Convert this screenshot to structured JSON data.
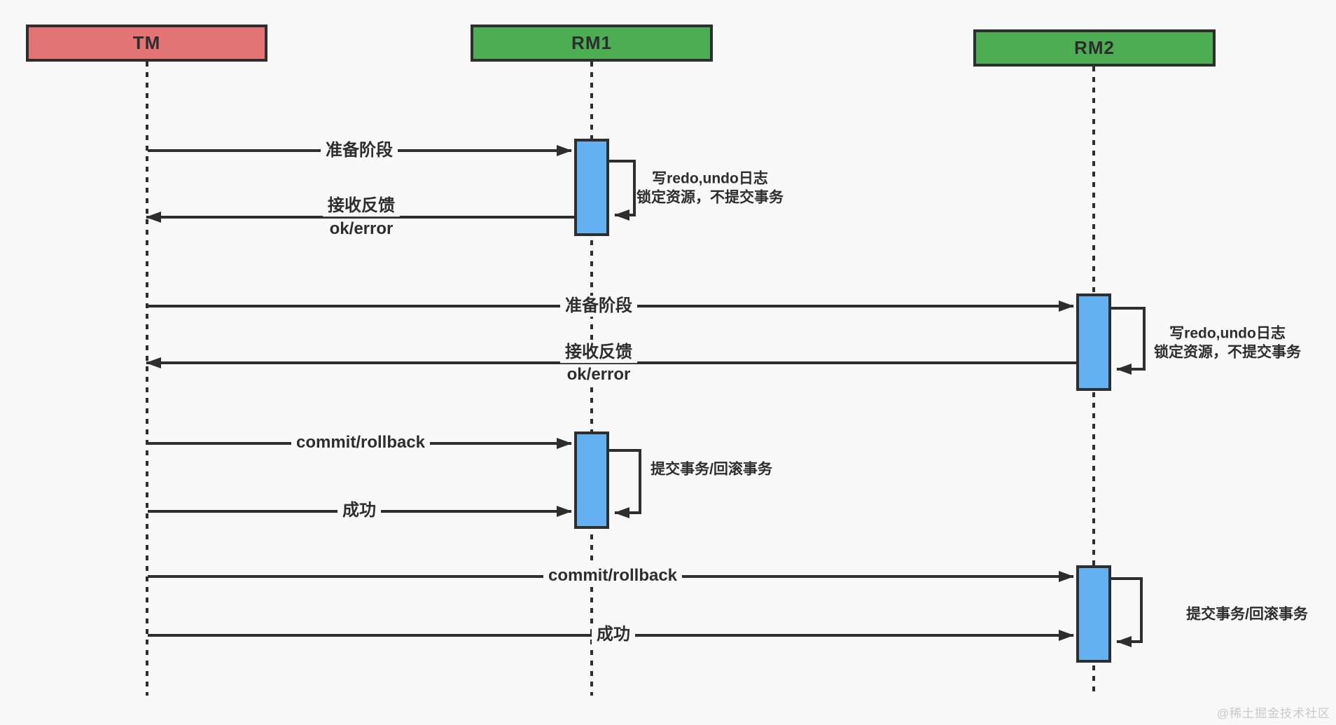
{
  "diagram_type": "sequence-diagram-two-phase-commit",
  "actors": [
    {
      "id": "tm",
      "label": "TM",
      "fill": "#e27476"
    },
    {
      "id": "rm1",
      "label": "RM1",
      "fill": "#4cad52"
    },
    {
      "id": "rm2",
      "label": "RM2",
      "fill": "#4cad52"
    }
  ],
  "messages": [
    {
      "from": "TM",
      "to": "RM1",
      "label": "准备阶段"
    },
    {
      "from": "RM1",
      "to": "TM",
      "label": "接收反馈",
      "label2": "ok/error"
    },
    {
      "from": "TM",
      "to": "RM2",
      "label": "准备阶段"
    },
    {
      "from": "RM2",
      "to": "TM",
      "label": "接收反馈",
      "label2": "ok/error"
    },
    {
      "from": "TM",
      "to": "RM1",
      "label": "commit/rollback"
    },
    {
      "from": "TM",
      "to": "RM1",
      "label": "成功"
    },
    {
      "from": "TM",
      "to": "RM2",
      "label": "commit/rollback"
    },
    {
      "from": "TM",
      "to": "RM2",
      "label": "成功"
    }
  ],
  "self_messages": [
    {
      "actor": "RM1",
      "lines": [
        "写redo,undo日志",
        "锁定资源，不提交事务"
      ]
    },
    {
      "actor": "RM2",
      "lines": [
        "写redo,undo日志",
        "锁定资源，不提交事务"
      ]
    },
    {
      "actor": "RM1",
      "lines": [
        "提交事务/回滚事务"
      ]
    },
    {
      "actor": "RM2",
      "lines": [
        "提交事务/回滚事务"
      ]
    }
  ],
  "colors": {
    "background": "#f8f8f8",
    "actor_tm_fill": "#e27476",
    "actor_rm_fill": "#4cad52",
    "activation_fill": "#63b1f1",
    "stroke": "#2e2e2e",
    "text": "#2d2d2d",
    "watermark": "#c9c9c9"
  },
  "watermark": "@稀土掘金技术社区"
}
